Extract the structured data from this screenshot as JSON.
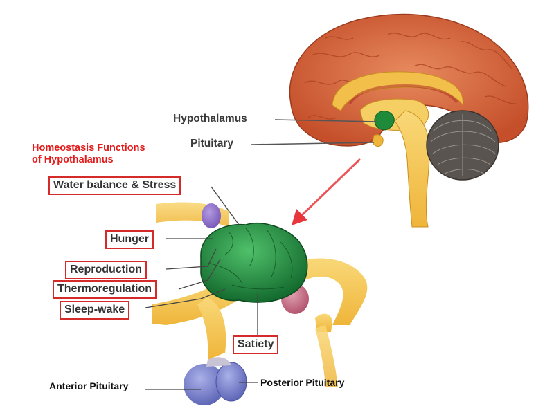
{
  "title": {
    "line1": "Homeostasis Functions",
    "line2": "of Hypothalamus",
    "color": "#e31b1b"
  },
  "brain_labels": {
    "hypothalamus": "Hypothalamus",
    "pituitary": "Pituitary"
  },
  "function_labels": {
    "water_balance": "Water balance & Stress",
    "hunger": "Hunger",
    "reproduction": "Reproduction",
    "thermoregulation": "Thermoregulation",
    "sleep_wake": "Sleep-wake",
    "satiety": "Satiety",
    "box_color": "#d42a2a"
  },
  "pituitary_labels": {
    "anterior": "Anterior Pituitary",
    "posterior": "Posterior Pituitary"
  },
  "colors": {
    "cortex": "#d4623a",
    "corpus_callosum": "#f2c04a",
    "hypothalamus": "#1f8a3e",
    "pituitary_lobes": "#7e86cf",
    "cerebellum": "#5a5450",
    "arrow": "#e8373c"
  }
}
